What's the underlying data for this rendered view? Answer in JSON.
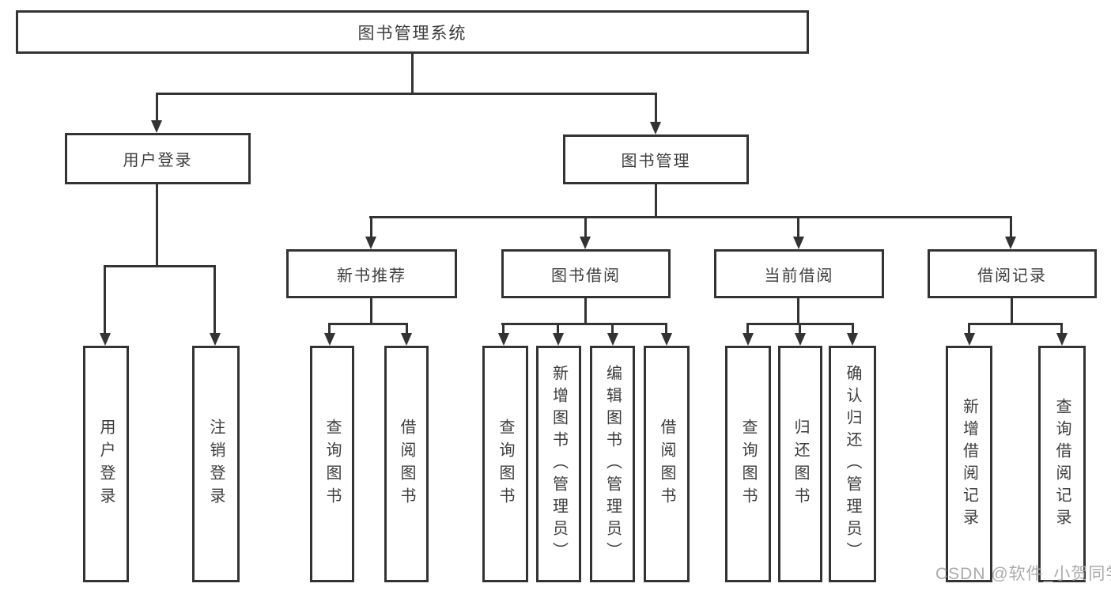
{
  "colors": {
    "line": "#333333",
    "node_border": "#333333",
    "node_text": "#3d3d3d",
    "watermark": "#ababab",
    "background": "#ffffff"
  },
  "watermark": "CSDN @软件_小贺同学",
  "tree": {
    "root": "图书管理系统",
    "children": [
      {
        "label": "用户登录",
        "children": [
          {
            "label": "用户登录"
          },
          {
            "label": "注销登录"
          }
        ]
      },
      {
        "label": "图书管理",
        "children": [
          {
            "label": "新书推荐",
            "children": [
              {
                "label": "查询图书"
              },
              {
                "label": "借阅图书"
              }
            ]
          },
          {
            "label": "图书借阅",
            "children": [
              {
                "label": "查询图书"
              },
              {
                "label": "新增图书（管理员）"
              },
              {
                "label": "编辑图书（管理员）"
              },
              {
                "label": "借阅图书"
              }
            ]
          },
          {
            "label": "当前借阅",
            "children": [
              {
                "label": "查询图书"
              },
              {
                "label": "归还图书"
              },
              {
                "label": "确认归还（管理员）"
              }
            ]
          },
          {
            "label": "借阅记录",
            "children": [
              {
                "label": "新增借阅记录"
              },
              {
                "label": "查询借阅记录"
              }
            ]
          }
        ]
      }
    ]
  }
}
